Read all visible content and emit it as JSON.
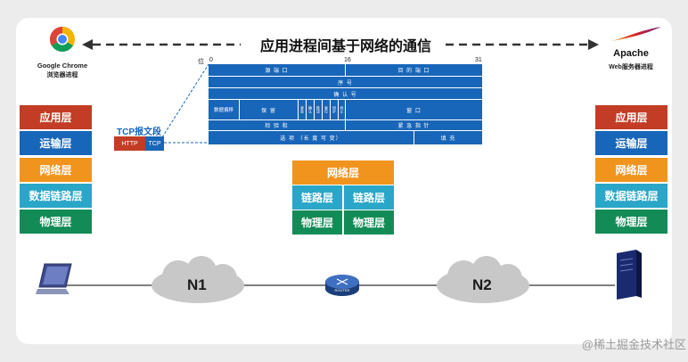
{
  "title": "应用进程间基于网络的通信",
  "client": {
    "browser_name": "Google Chrome",
    "browser_caption": "浏览器进程"
  },
  "server": {
    "name": "Apache",
    "caption": "Web服务器进程"
  },
  "left_stack": [
    "应用层",
    "运输层",
    "网络层",
    "数据链路层",
    "物理层"
  ],
  "right_stack": [
    "应用层",
    "运输层",
    "网络层",
    "数据链路层",
    "物理层"
  ],
  "router_stack": {
    "network": "网络层",
    "link_left": "链路层",
    "link_right": "链路层",
    "phys_left": "物理层",
    "phys_right": "物理层"
  },
  "tcp_segment": {
    "label": "TCP报文段",
    "http": "HTTP",
    "tcp": "TCP",
    "bit_prefix": "位",
    "bit_0": "0",
    "bit_16": "16",
    "bit_31": "31",
    "src_port": "源 端 口",
    "dst_port": "目 的 端 口",
    "seq": "序 号",
    "ack": "确 认 号",
    "data_offset": "数据偏移",
    "reserved": "保 留",
    "flags": [
      "紧急",
      "确认",
      "推送",
      "复位",
      "同步",
      "终止"
    ],
    "window": "窗 口",
    "checksum": "检 验 和",
    "urgent": "紧 急 指 针",
    "options": "选 项 （长 度 可 变）",
    "padding": "填 充"
  },
  "network": {
    "n1": "N1",
    "n2": "N2",
    "router_label": "ROUTER"
  },
  "watermark": "@稀土掘金技术社区",
  "colors": {
    "app": "#c33c25",
    "transport": "#1866b9",
    "network": "#f1941e",
    "link": "#2aa6c8",
    "physical": "#138b57",
    "tcp_blue": "#1866b9"
  }
}
